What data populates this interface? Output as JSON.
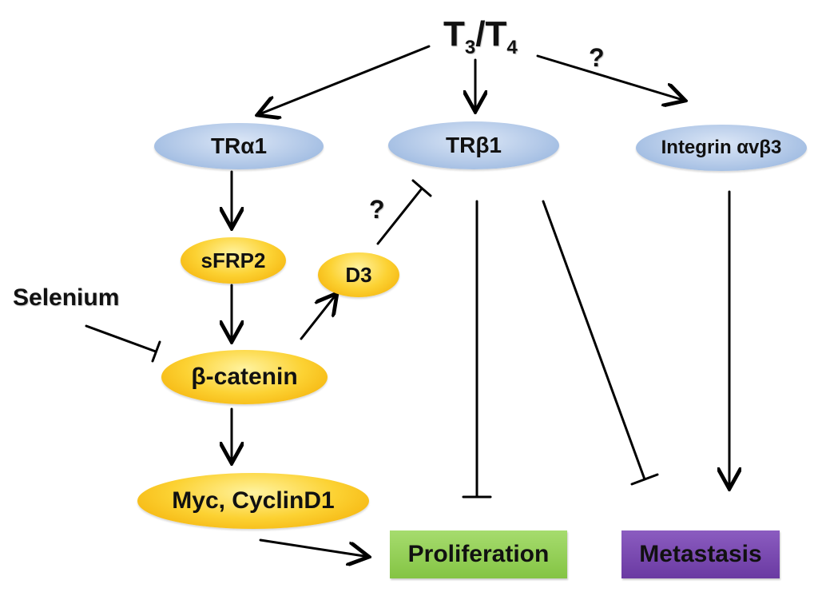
{
  "title": {
    "main": "T",
    "sub1": "3",
    "slash": "/",
    "main2": "T",
    "sub2": "4"
  },
  "nodes": {
    "tra1": "TRα1",
    "trb1": "TRβ1",
    "integrin": "Integrin αvβ3",
    "sfrp2": "sFRP2",
    "d3": "D3",
    "selenium": "Selenium",
    "beta_catenin": "β-catenin",
    "myc": "Myc, CyclinD1",
    "proliferation": "Proliferation",
    "metastasis": "Metastasis"
  },
  "annotations": {
    "q_integrin": "?",
    "q_d3": "?"
  },
  "colors": {
    "receptor_fill": "#b3c9e8",
    "pathway_fill": "#fcd233",
    "proliferation_fill": "#92d050",
    "metastasis_fill": "#7030a0",
    "edge": "#000000"
  },
  "edges": [
    {
      "from": "T3/T4",
      "to": "TRα1",
      "type": "activation"
    },
    {
      "from": "T3/T4",
      "to": "TRβ1",
      "type": "activation"
    },
    {
      "from": "T3/T4",
      "to": "Integrin αvβ3",
      "type": "activation",
      "label": "?"
    },
    {
      "from": "TRα1",
      "to": "sFRP2",
      "type": "activation"
    },
    {
      "from": "sFRP2",
      "to": "β-catenin",
      "type": "activation"
    },
    {
      "from": "Selenium",
      "to": "β-catenin",
      "type": "inhibition"
    },
    {
      "from": "β-catenin",
      "to": "D3",
      "type": "activation"
    },
    {
      "from": "D3",
      "to": "TRβ1",
      "type": "inhibition",
      "label": "?"
    },
    {
      "from": "β-catenin",
      "to": "Myc, CyclinD1",
      "type": "activation"
    },
    {
      "from": "Myc, CyclinD1",
      "to": "Proliferation",
      "type": "activation"
    },
    {
      "from": "TRβ1",
      "to": "Proliferation",
      "type": "inhibition"
    },
    {
      "from": "TRβ1",
      "to": "Metastasis",
      "type": "inhibition"
    },
    {
      "from": "Integrin αvβ3",
      "to": "Metastasis",
      "type": "activation"
    }
  ]
}
